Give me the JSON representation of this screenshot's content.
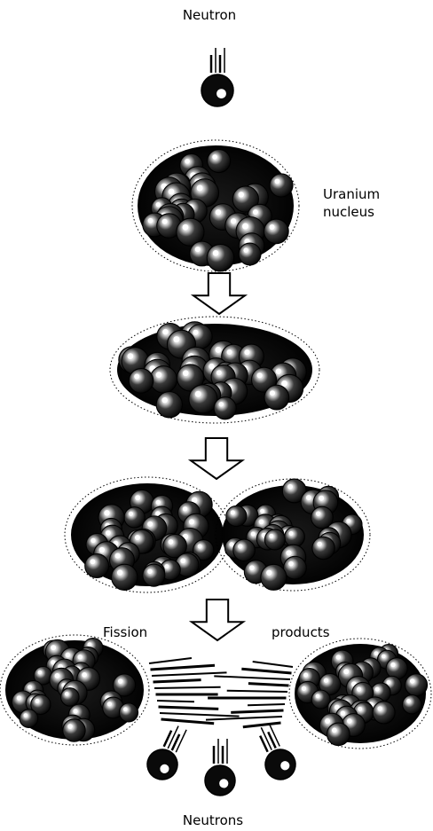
{
  "labels": {
    "neutron": "Neutron",
    "uranium_line1": "Uranium",
    "uranium_line2": "nucleus",
    "fission": "Fission",
    "products": "products",
    "neutrons": "Neutrons"
  },
  "colors": {
    "ink": "#000000",
    "paper": "#ffffff",
    "sphere_dark": "#111111",
    "highlight": "#ffffff"
  }
}
